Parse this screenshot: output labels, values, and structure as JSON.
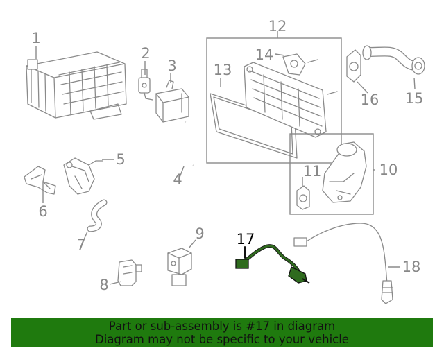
{
  "callouts": {
    "n1": "1",
    "n2": "2",
    "n3": "3",
    "n4": "4",
    "n5": "5",
    "n6": "6",
    "n7": "7",
    "n8": "8",
    "n9": "9",
    "n10": "10",
    "n11": "11",
    "n12": "12",
    "n13": "13",
    "n14": "14",
    "n15": "15",
    "n16": "16",
    "n17": "17",
    "n18": "18"
  },
  "highlighted_part": "17",
  "colors": {
    "highlight_part": "#2f6b1e",
    "banner_bg": "#1f7a0e",
    "linework": "#8a8a8a"
  },
  "banner": {
    "line1": "Part or sub-assembly is #17 in diagram",
    "line2": "Diagram may not be specific to your vehicle"
  }
}
